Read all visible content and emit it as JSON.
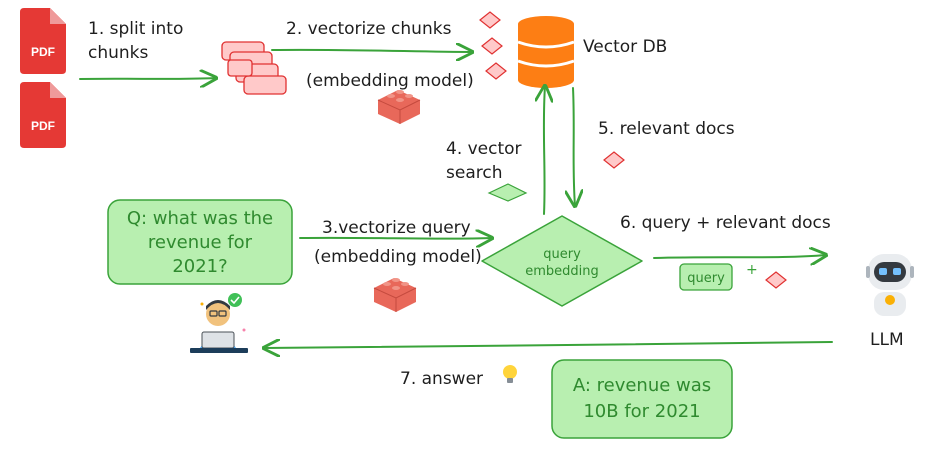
{
  "pdf_icons": [
    "PDF",
    "PDF"
  ],
  "steps": {
    "split": [
      "1. split into",
      "chunks"
    ],
    "vectorize_chunks": "2. vectorize chunks",
    "embedding_model_top": "(embedding model)",
    "vector_db": "Vector DB",
    "vector_search": [
      "4. vector",
      "search"
    ],
    "relevant_docs": "5. relevant docs",
    "vectorize_query": "3.vectorize query",
    "embedding_model_bottom": "(embedding model)",
    "query_relevant_docs": "6. query + relevant docs",
    "answer": "7. answer"
  },
  "question_box": [
    "Q: what was the",
    "revenue for",
    "2021?"
  ],
  "query_embedding": [
    "query",
    "embedding"
  ],
  "query_chip": "query",
  "plus": "+",
  "llm_label": "LLM",
  "answer_box": [
    "A: revenue was",
    "10B for 2021"
  ],
  "icons": [
    "pdf-icon",
    "chunks-icon",
    "lego-brick-icon",
    "database-icon",
    "person-laptop-icon",
    "robot-icon",
    "lightbulb-icon"
  ],
  "colors": {
    "arrow": "#3aa33a",
    "green_box_fill": "#b8efb0",
    "green_box_stroke": "#3aa33a",
    "pink_fill": "#ffc9c9",
    "pink_stroke": "#e03131",
    "db_orange": "#fd7e14",
    "pdf_red": "#e53935",
    "brick": "#e8685a"
  }
}
